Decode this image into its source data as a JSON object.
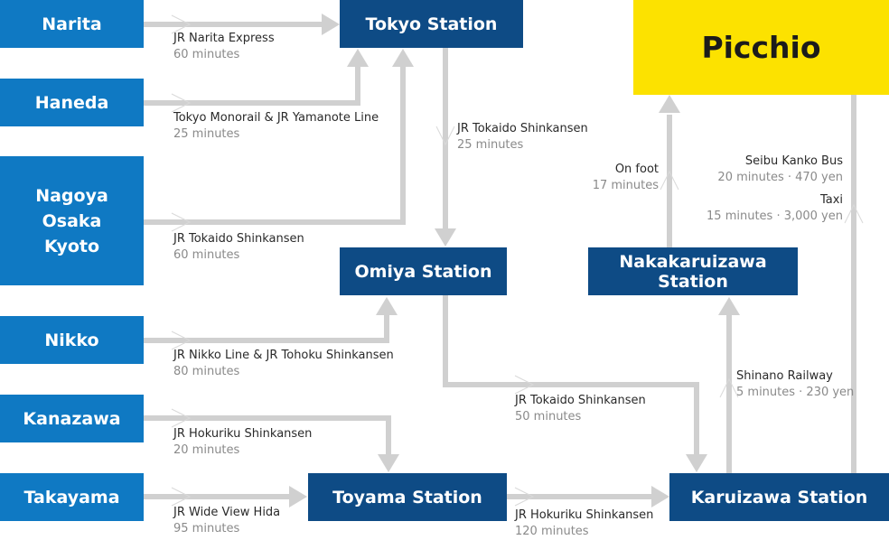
{
  "origins": {
    "narita": "Narita",
    "haneda": "Haneda",
    "kansai_cities": [
      "Nagoya",
      "Osaka",
      "Kyoto"
    ],
    "nikko": "Nikko",
    "kanazawa": "Kanazawa",
    "takayama": "Takayama"
  },
  "stations": {
    "tokyo": "Tokyo Station",
    "omiya": "Omiya Station",
    "toyama": "Toyama Station",
    "karuizawa": "Karuizawa Station",
    "nakakaruizawa": "Nakakaruizawa Station"
  },
  "destination": "Picchio",
  "routes": {
    "narita_tokyo": {
      "line": "JR Narita Express",
      "time": "60 minutes"
    },
    "haneda_tokyo": {
      "line": "Tokyo Monorail & JR Yamanote Line",
      "time": "25 minutes"
    },
    "kansai_tokyo": {
      "line": "JR Tokaido Shinkansen",
      "time": "60 minutes"
    },
    "tokyo_omiya": {
      "line": "JR Tokaido Shinkansen",
      "time": "25 minutes"
    },
    "nikko_omiya": {
      "line": "JR  Nikko Line & JR Tohoku Shinkansen",
      "time": "80 minutes"
    },
    "kanazawa_toyama": {
      "line": "JR Hokuriku Shinkansen",
      "time": "20 minutes"
    },
    "takayama_toyama": {
      "line": "JR Wide View Hida",
      "time": "95 minutes"
    },
    "omiya_karuizawa": {
      "line": "JR Tokaido Shinkansen",
      "time": "50 minutes"
    },
    "toyama_karuizawa": {
      "line": "JR Hokuriku Shinkansen",
      "time": "120 minutes"
    },
    "karuizawa_nakakaruizawa": {
      "line": "Shinano Railway",
      "time": "5 minutes · 230 yen"
    },
    "nakakaruizawa_picchio": {
      "line": "On foot",
      "time": "17 minutes"
    },
    "karuizawa_picchio_bus": {
      "line": "Seibu Kanko Bus",
      "time": "20 minutes · 470 yen"
    },
    "karuizawa_picchio_taxi": {
      "line": "Taxi",
      "time": "15 minutes · 3,000 yen"
    }
  },
  "colors": {
    "origin_box": "#0f79c3",
    "station_box": "#0e4b85",
    "destination_box": "#fce200",
    "arrow": "#d0d0d0"
  }
}
